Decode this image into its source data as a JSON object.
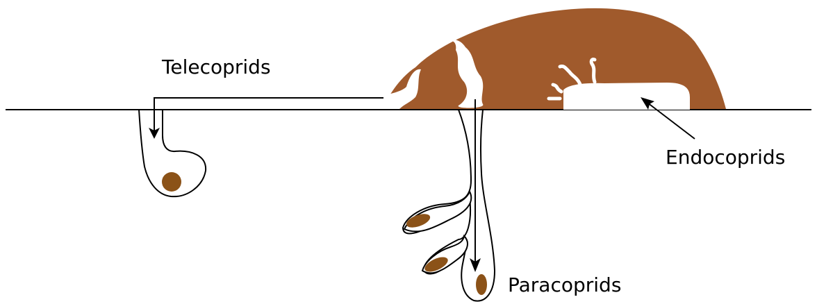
{
  "labels": {
    "telecoprids": "Telecoprids",
    "endocoprids": "Endocoprids",
    "paracoprids": "Paracoprids"
  },
  "colors": {
    "dung": "#a05a2c",
    "brood_ball": "#8b5218",
    "line": "#000000",
    "background": "#ffffff"
  }
}
